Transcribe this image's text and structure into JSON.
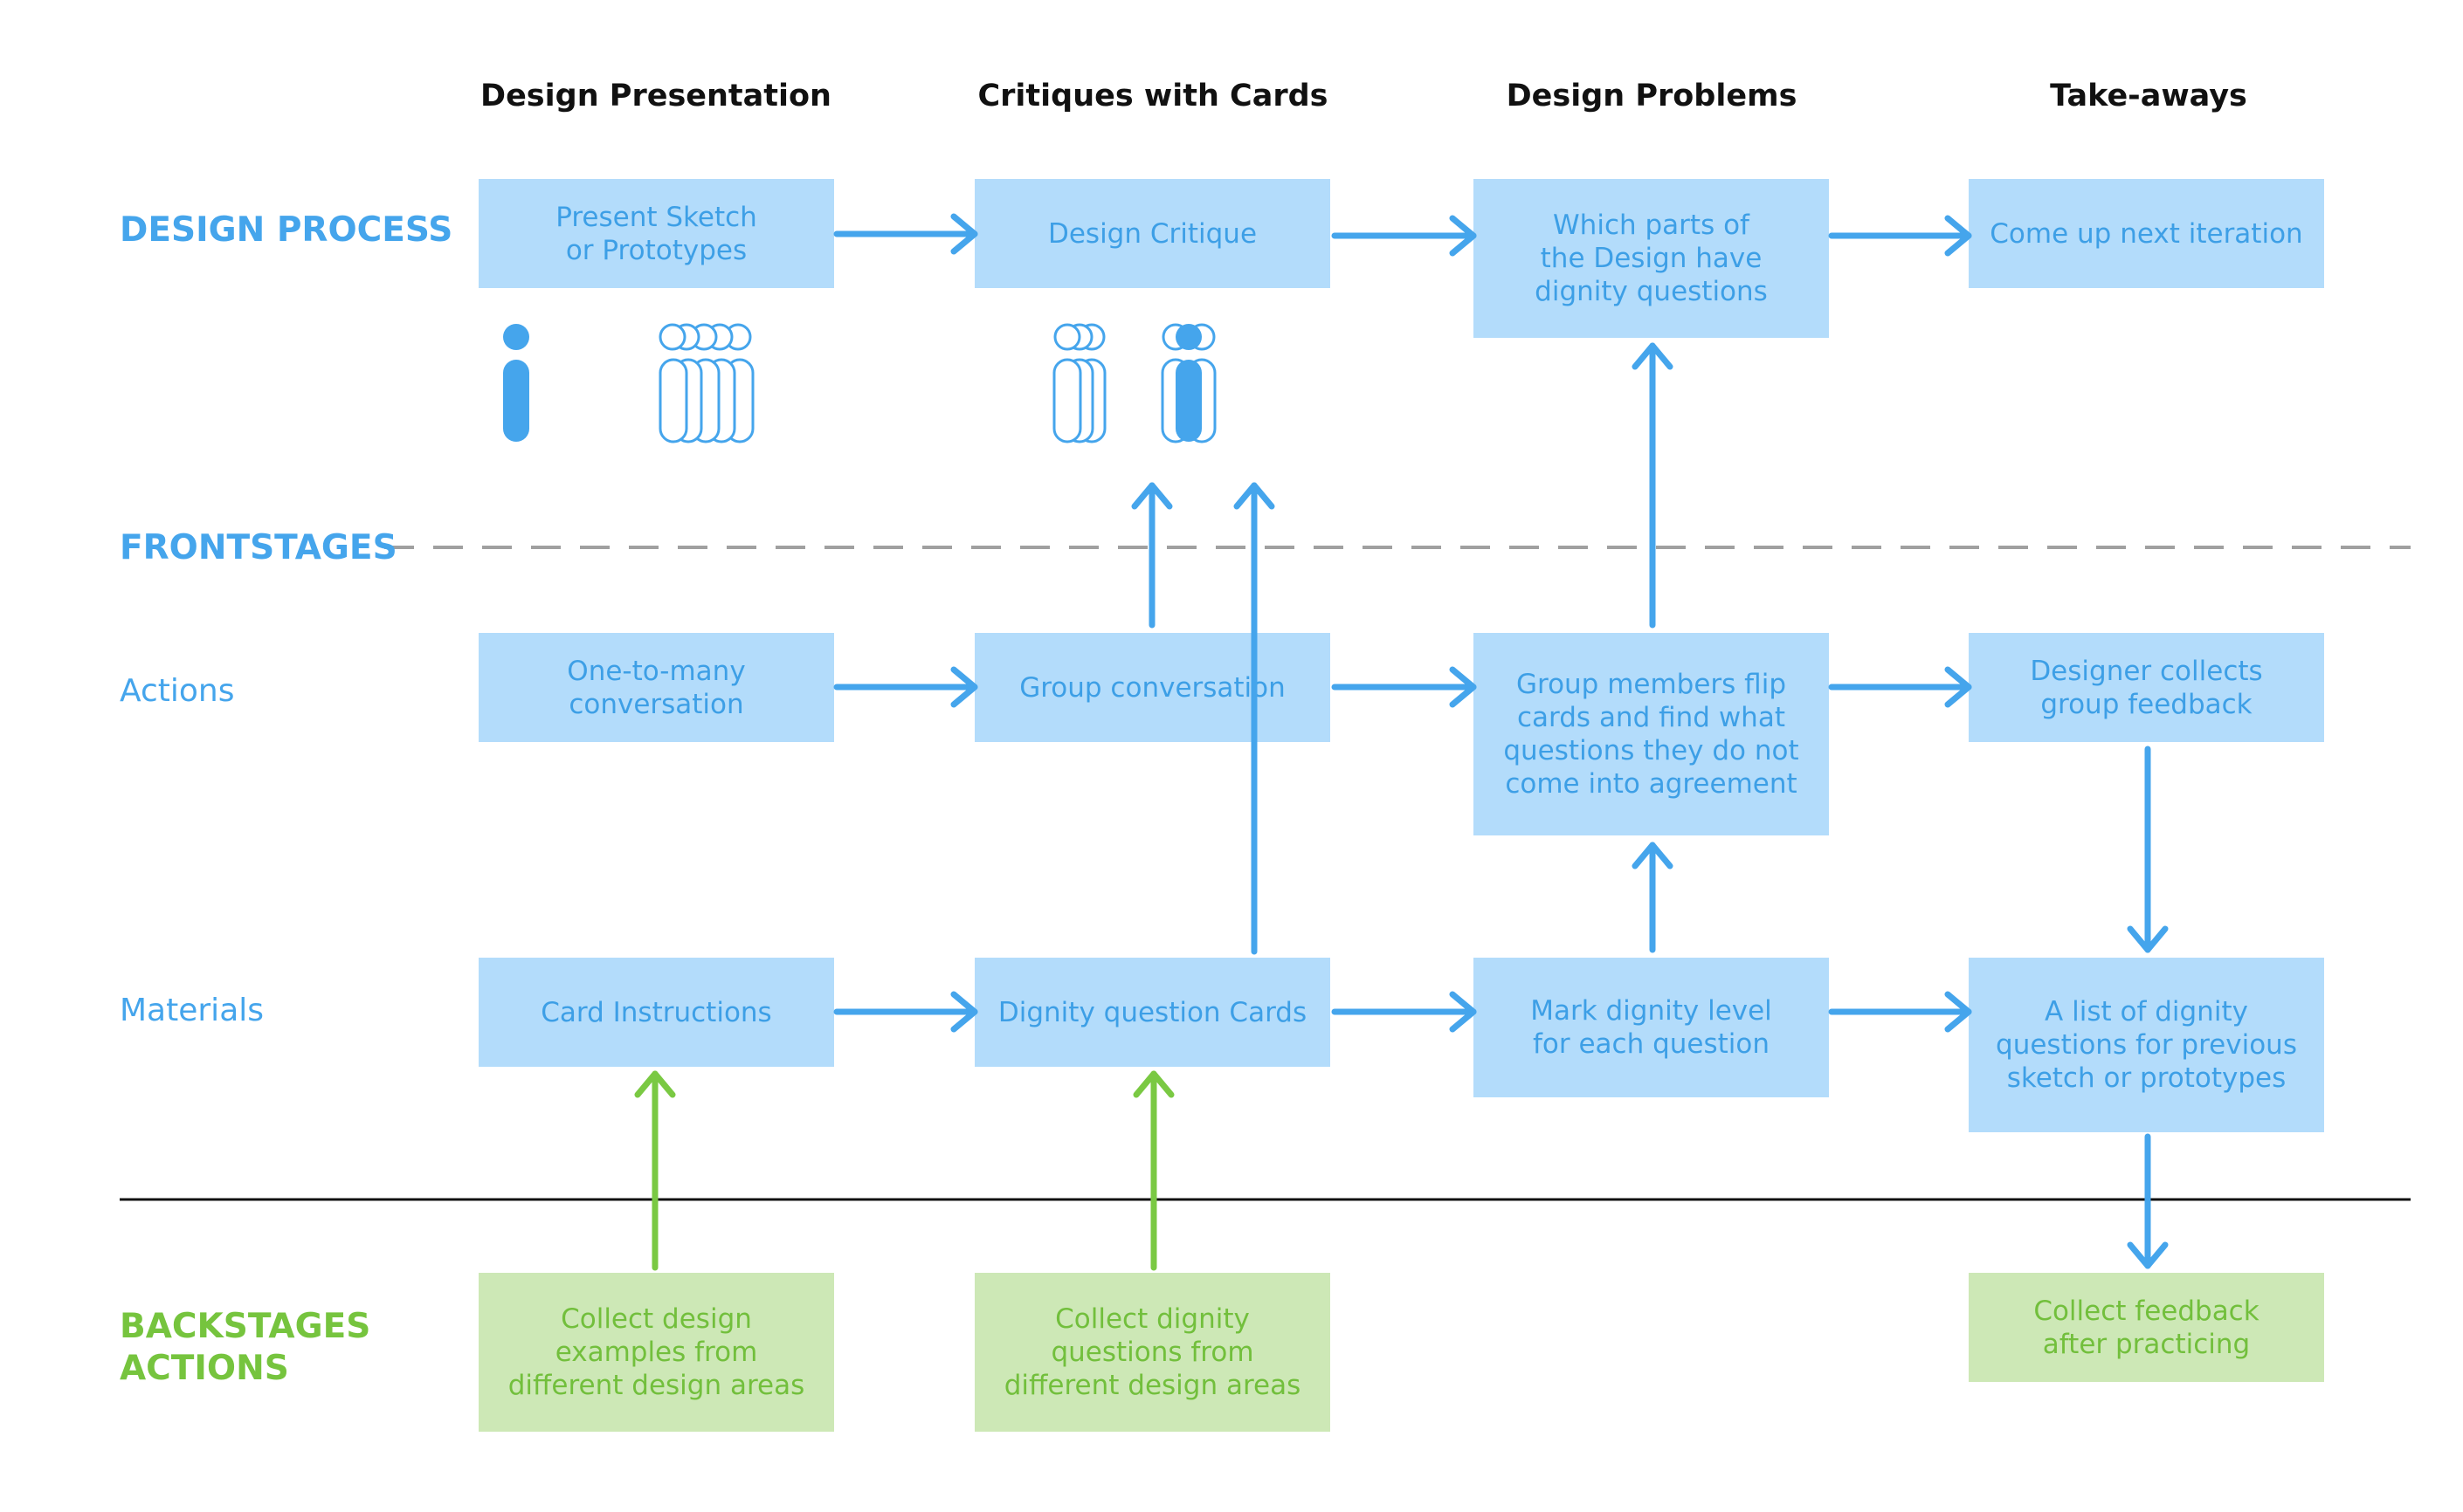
{
  "colors": {
    "blue": "#45a5ec",
    "blue_box": "#b3dcfb",
    "green": "#7ac943",
    "green_box": "#cde8b6",
    "dash": "#a0a0a0",
    "rule": "#111111"
  },
  "columns": [
    "Design Presentation",
    "Critiques with Cards",
    "Design Problems",
    "Take-aways"
  ],
  "row_labels": {
    "design_process": "DESIGN PROCESS",
    "frontstages": "FRONTSTAGES",
    "actions": "Actions",
    "materials": "Materials",
    "backstages": "BACKSTAGES\nACTIONS"
  },
  "boxes": {
    "present_sketch": "Present Sketch\nor Prototypes",
    "design_critique": "Design Critique",
    "which_parts": "Which parts of\nthe Design have\ndignity questions",
    "next_iteration": "Come up next iteration",
    "one_to_many": "One-to-many\nconversation",
    "group_conversation": "Group conversation",
    "group_flip": "Group members flip\ncards and find what\nquestions they do not\ncome into agreement",
    "designer_collects": "Designer collects\ngroup feedback",
    "card_instructions": "Card Instructions",
    "dignity_cards": "Dignity question Cards",
    "mark_dignity": "Mark dignity level\nfor each question",
    "dignity_list": "A list of dignity\nquestions for previous\nsketch or prototypes",
    "collect_examples": "Collect design\nexamples from\ndifferent design areas",
    "collect_questions": "Collect dignity\nquestions from\ndifferent design areas",
    "collect_feedback": "Collect feedback\nafter practicing"
  },
  "icons": [
    "presenter-person-icon",
    "audience-group-icon",
    "critique-group-icon",
    "critique-group-highlighted-icon"
  ]
}
